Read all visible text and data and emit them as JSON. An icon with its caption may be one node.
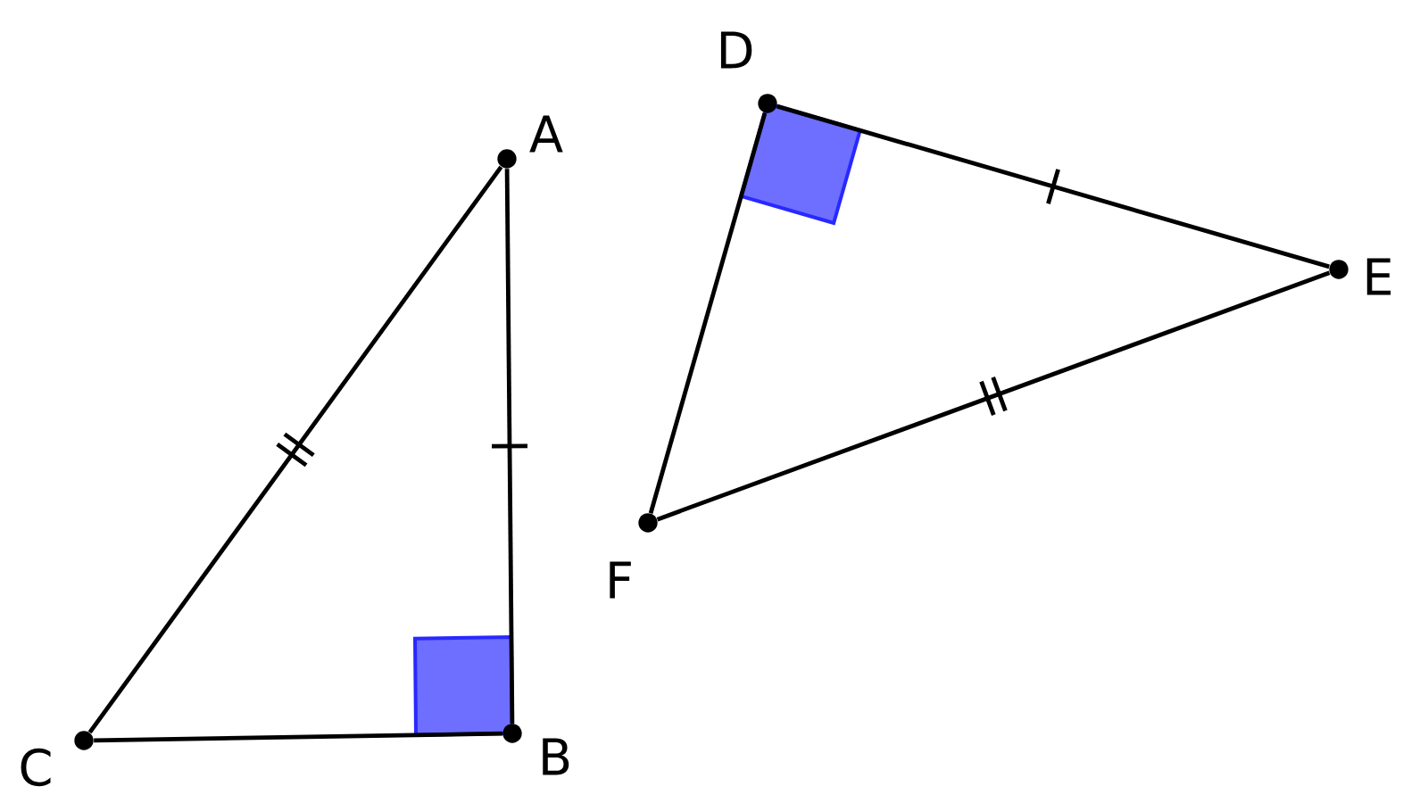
{
  "diagram": {
    "nodes": [
      {
        "text": [],
        "shape": "circle",
        "beside": [
          "A"
        ]
      },
      {
        "text": [],
        "shape": "circle",
        "beside": [
          "B"
        ]
      },
      {
        "text": [],
        "shape": "circle",
        "beside": [
          "C"
        ]
      },
      {
        "text": [],
        "shape": "circle",
        "beside": [
          "D"
        ]
      },
      {
        "text": [],
        "shape": "circle",
        "beside": [
          "E"
        ]
      },
      {
        "text": [],
        "shape": "circle",
        "beside": [
          "F"
        ]
      }
    ],
    "edges": [
      {
        "from": 0,
        "to": 1,
        "arrow": "none"
      },
      {
        "from": 1,
        "to": 2,
        "arrow": "none"
      },
      {
        "from": 2,
        "to": 0,
        "arrow": "none"
      },
      {
        "from": 3,
        "to": 4,
        "arrow": "none"
      },
      {
        "from": 4,
        "to": 5,
        "arrow": "none"
      },
      {
        "from": 5,
        "to": 3,
        "arrow": "none"
      }
    ]
  }
}
